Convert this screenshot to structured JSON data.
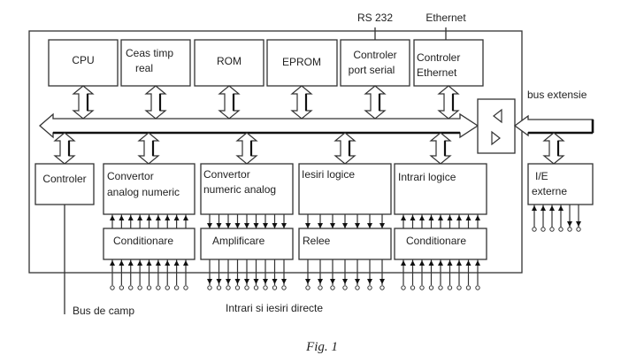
{
  "diagram": {
    "top_blocks": [
      {
        "id": "cpu",
        "lines": [
          "CPU"
        ]
      },
      {
        "id": "ceas",
        "lines": [
          "Ceas timp",
          "real"
        ]
      },
      {
        "id": "rom",
        "lines": [
          "ROM"
        ]
      },
      {
        "id": "eprom",
        "lines": [
          "EPROM"
        ]
      },
      {
        "id": "serial",
        "lines": [
          "Controler",
          "port serial"
        ]
      },
      {
        "id": "ethernet",
        "lines": [
          "Controler",
          "Ethernet"
        ]
      }
    ],
    "external_labels": {
      "rs232": "RS 232",
      "ethernet": "Ethernet",
      "bus_extensie": "bus extensie",
      "bus_de_camp": "Bus de camp",
      "intrari_iesiri": "Intrari si iesiri directe"
    },
    "bottom_blocks": [
      {
        "id": "controler",
        "lines": [
          "Controler"
        ]
      },
      {
        "id": "can",
        "lines": [
          "Convertor",
          "analog numeric"
        ]
      },
      {
        "id": "cna",
        "lines": [
          "Convertor",
          "numeric analog"
        ]
      },
      {
        "id": "iesiri",
        "lines": [
          "Iesiri logice"
        ]
      },
      {
        "id": "intrari",
        "lines": [
          "Intrari logice"
        ]
      }
    ],
    "signal_blocks": [
      {
        "id": "cond1",
        "label": "Conditionare",
        "direction": "in",
        "count": 9
      },
      {
        "id": "ampl",
        "label": "Amplificare",
        "direction": "out",
        "count": 9
      },
      {
        "id": "relee",
        "label": "Relee",
        "direction": "out",
        "count": 7
      },
      {
        "id": "cond2",
        "label": "Conditionare",
        "direction": "in",
        "count": 9
      }
    ],
    "io_externe": {
      "lines": [
        "I/E",
        "externe"
      ],
      "inputs": 4,
      "outputs": 2
    },
    "caption": "Fig. 1"
  }
}
